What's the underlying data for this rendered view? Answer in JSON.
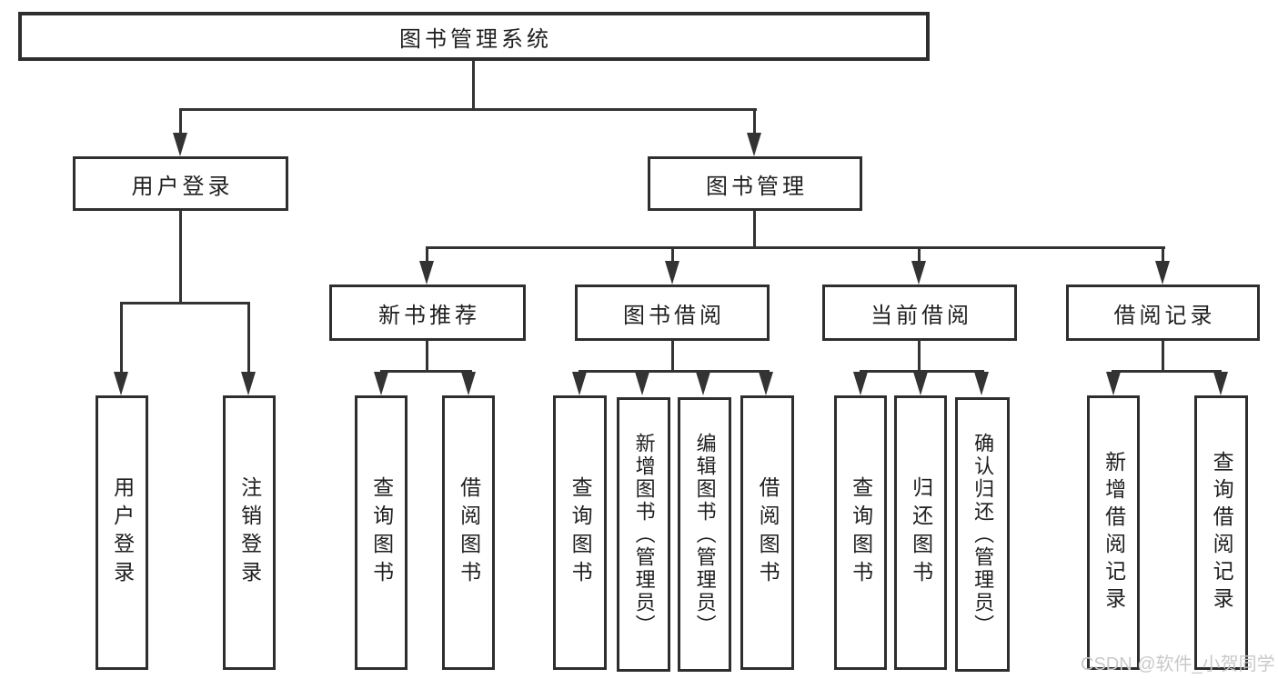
{
  "nodes": {
    "root": "图书管理系统",
    "level2": [
      "用户登录",
      "图书管理"
    ],
    "level3": [
      "新书推荐",
      "图书借阅",
      "当前借阅",
      "借阅记录"
    ],
    "leaves": {
      "userLogin": [
        "用户登录",
        "注销登录"
      ],
      "newBookRecommend": [
        "查询图书",
        "借阅图书"
      ],
      "bookBorrow": [
        "查询图书",
        "新增图书（管理员）",
        "编辑图书（管理员）",
        "借阅图书"
      ],
      "currentBorrow": [
        "查询图书",
        "归还图书",
        "确认归还（管理员）"
      ],
      "borrowRecords": [
        "新增借阅记录",
        "查询借阅记录"
      ]
    }
  },
  "watermark": "CSDN @软件_小贺同学",
  "colors": {
    "line": "#333333",
    "box_border": "#2e2e2e",
    "text": "#1f1f1f",
    "watermark": "#c9c9c9",
    "background": "#ffffff"
  }
}
